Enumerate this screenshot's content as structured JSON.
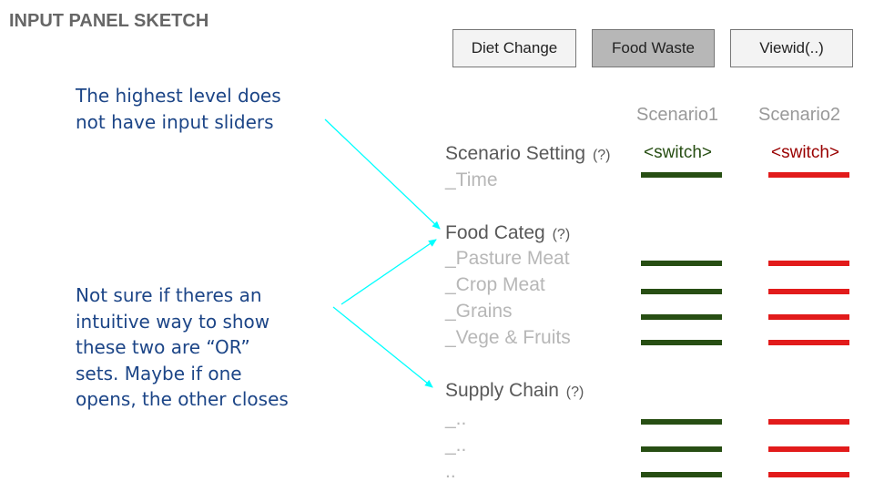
{
  "title": "INPUT PANEL SKETCH",
  "tabs": [
    {
      "label": "Diet Change",
      "active": false
    },
    {
      "label": "Food Waste",
      "active": true
    },
    {
      "label": "Viewid(..)",
      "active": false
    }
  ],
  "notes": {
    "top_line1": "The highest level does",
    "top_line2": "not have input sliders",
    "bottom_line1": "Not sure if theres an",
    "bottom_line2": "intuitive way to show",
    "bottom_line3": "these two are “OR”",
    "bottom_line4": "sets. Maybe if one",
    "bottom_line5": "opens, the other closes"
  },
  "columns": {
    "scenario1": "Scenario1",
    "scenario2": "Scenario2"
  },
  "sections": {
    "scenario_setting": {
      "label": "Scenario Setting",
      "help": "(?)",
      "switch1": "<switch>",
      "switch2": "<switch>",
      "items": [
        "_Time"
      ]
    },
    "food_categ": {
      "label": "Food Categ",
      "help": "(?)",
      "items": [
        "_Pasture Meat",
        "_Crop Meat",
        "_Grains",
        "_Vege & Fruits"
      ]
    },
    "supply_chain": {
      "label": "Supply Chain",
      "help": "(?)",
      "items": [
        "_..",
        "_..",
        ".."
      ]
    }
  },
  "colors": {
    "scenario1": "#274e13",
    "scenario2": "#e21b1b",
    "note_text": "#1c4587",
    "arrow": "#00ffff",
    "active_tab": "#b7b7b7"
  }
}
